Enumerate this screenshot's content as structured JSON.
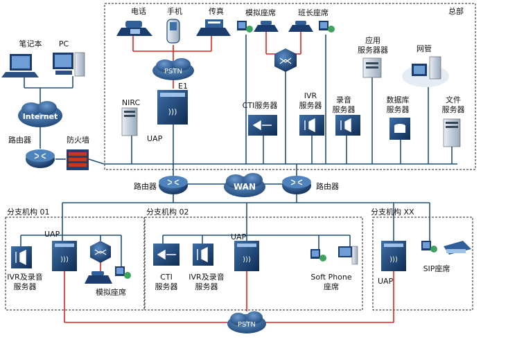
{
  "hq": {
    "label": "总部"
  },
  "devices": {
    "phone": "电话",
    "mobile": "手机",
    "fax": "传真",
    "analog_seat": "模拟座席",
    "monitor_seat": "班长座席",
    "laptop": "笔记本",
    "pc": "PC",
    "internet": "Internet",
    "pstn_top": "PSTN",
    "e1": "E1",
    "nirc": "NIRC",
    "uap_hq": "UAP",
    "router_left": "路由器",
    "firewall": "防火墙",
    "cti_server": "CTI服务器",
    "ivr_server": [
      "IVR",
      "服务器"
    ],
    "rec_server": [
      "录音",
      "服务器"
    ],
    "app_server": [
      "应用",
      "服务器器"
    ],
    "nm": "网管",
    "db_server": [
      "数据库",
      "服务器"
    ],
    "file_server": [
      "文件",
      "服务器"
    ],
    "wan": "WAN",
    "router_center_left": "路由器",
    "router_center_right": "路由器"
  },
  "branch01": {
    "title": "分支机构 01",
    "uap": "UAP",
    "ivr_rec": [
      "IVR及录音",
      "服务器"
    ],
    "analog": "模拟座席"
  },
  "branch02": {
    "title": "分支机构 02",
    "uap": "UAP",
    "cti": [
      "CTI",
      "服务器"
    ],
    "ivr_rec": [
      "IVR及录音",
      "服务器"
    ],
    "softphone": [
      "Soft Phone",
      "座席"
    ]
  },
  "branchxx": {
    "title": "分支机构 XX",
    "uap": "UAP",
    "sip": "SIP座席"
  },
  "pstn_bottom": "PSTN",
  "colors": {
    "line_blue": "#1f4e79",
    "line_red": "#e02020",
    "device": "#1a3d6e",
    "cloud": "#2a5d94"
  }
}
